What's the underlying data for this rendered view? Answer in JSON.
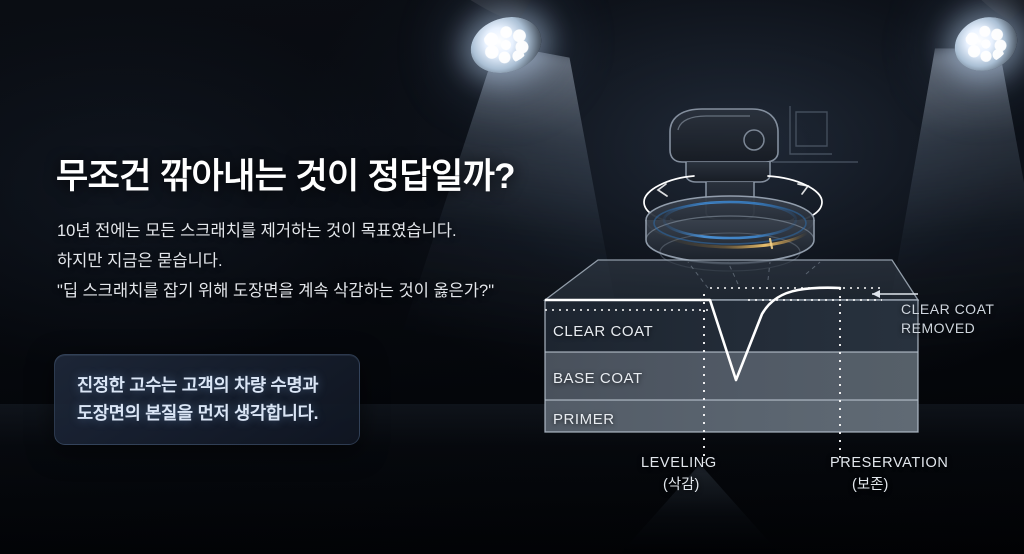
{
  "headline": "무조건 깎아내는 것이 정답일까?",
  "body": {
    "lines": [
      "10년 전에는 모든 스크래치를 제거하는 것이 목표였습니다.",
      "하지만 지금은 묻습니다.",
      "\"딥 스크래치를 잡기 위해 도장면을 계속 삭감하는 것이 옳은가?\""
    ]
  },
  "callout": {
    "lines": [
      "진정한 고수는 고객의 차량 수명과",
      "도장면의 본질을 먼저 생각합니다."
    ]
  },
  "diagram": {
    "layers": [
      {
        "name": "CLEAR COAT"
      },
      {
        "name": "BASE COAT"
      },
      {
        "name": "PRIMER"
      }
    ],
    "side_note": {
      "line1": "CLEAR COAT",
      "line2": "REMOVED"
    },
    "markers": [
      {
        "label": "LEVELING",
        "sub": "(삭감)"
      },
      {
        "label": "PRESERVATION",
        "sub": "(보존)"
      }
    ]
  },
  "colors": {
    "background": "#04060a",
    "headline_text": "#ffffff",
    "body_text": "#e4e7ec",
    "callout_bg": "#1a2334",
    "callout_text": "#dbe6f6",
    "diagram_line": "#b9c4d1",
    "pad_ring_blue": "#3a7fc4",
    "pad_ring_amber": "#d4a04a",
    "spotlight": "#ffffff"
  }
}
